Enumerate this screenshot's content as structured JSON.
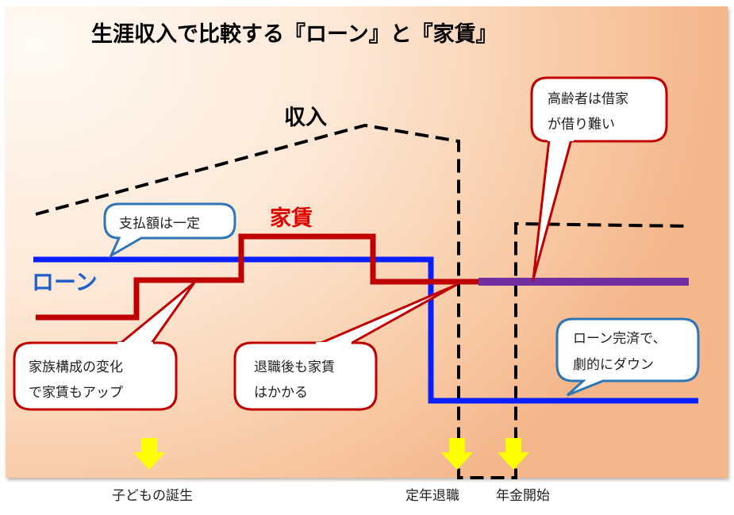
{
  "title": "生涯収入で比較する『ローン』と『家賃』",
  "lines": {
    "income_label": "収入",
    "rent_label": "家賃",
    "loan_label": "ローン"
  },
  "callouts": {
    "fixed_payment": "支払額は一定",
    "family_line1": "家族構成の変化",
    "family_line2": "で家賃もアップ",
    "retire_line1": "退職後も家賃",
    "retire_line2": "はかかる",
    "elderly_line1": "高齢者は借家",
    "elderly_line2": "が借り難い",
    "loan_done_line1": "ローン完済で、",
    "loan_done_line2": "劇的にダウン"
  },
  "events": {
    "child_birth": "子どもの誕生",
    "retirement": "定年退職",
    "pension_start": "年金開始"
  },
  "colors": {
    "income": "#000000",
    "rent": "#c00000",
    "loan": "#0a1fff",
    "merged": "#7030a0",
    "arrow": "#ffff00",
    "callout_blue_border": "#2e75b6",
    "callout_red_border": "#c00000"
  }
}
